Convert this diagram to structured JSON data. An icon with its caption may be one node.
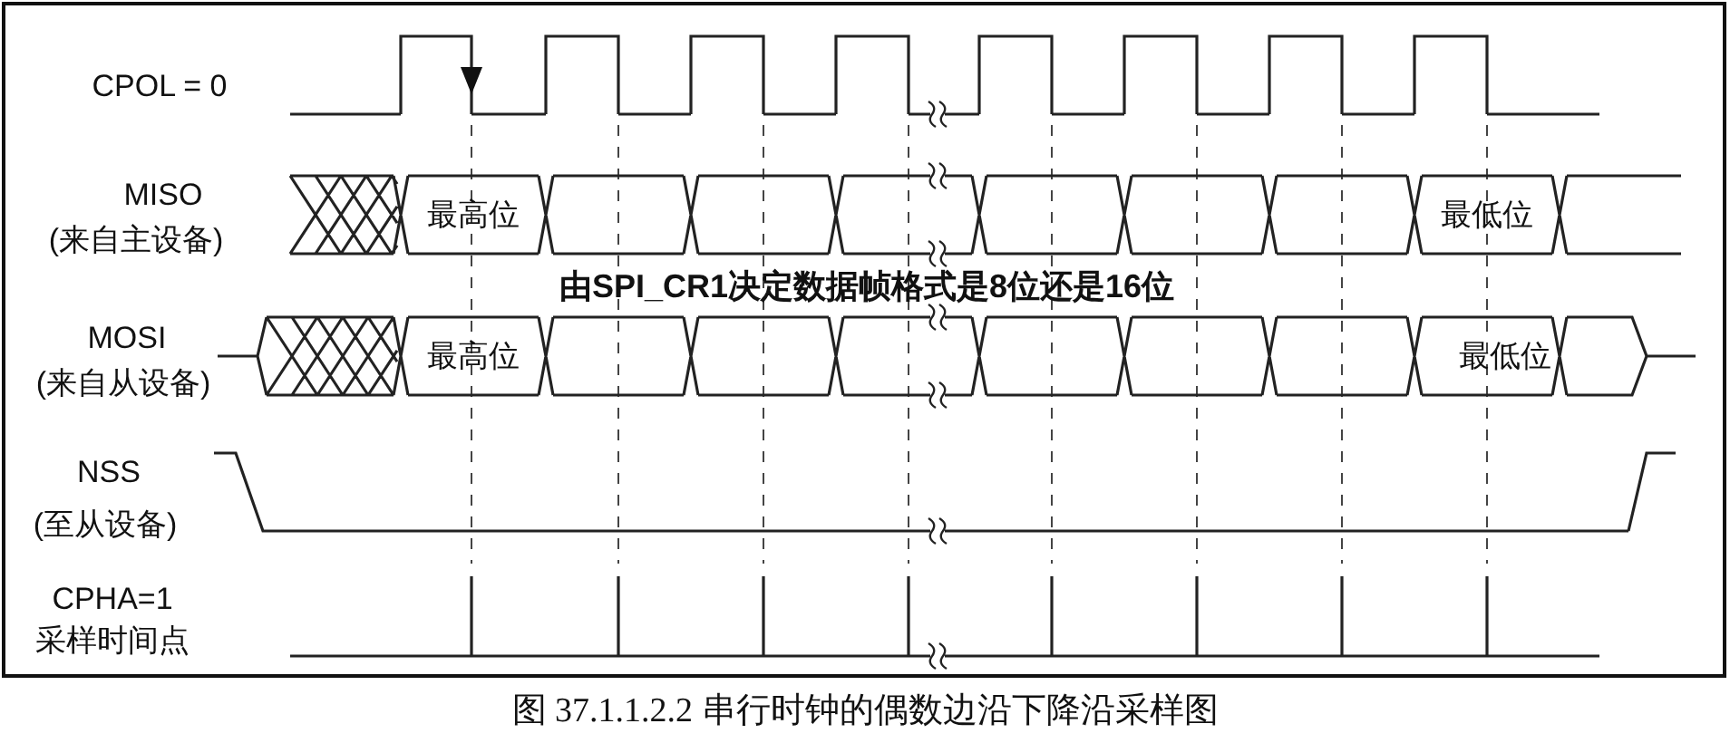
{
  "diagram": {
    "caption": "图 37.1.1.2.2  串行时钟的偶数边沿下降沿采样图",
    "labels": [
      "CPOL = 0",
      "MISO",
      "(来自主设备)",
      "最高位",
      "最低位",
      "由SPI_CR1决定数据帧格式是8位还是16位",
      "MOSI",
      "(来自从设备)",
      "最高位",
      "最低位",
      "NSS",
      "(至从设备)",
      "CPHA=1",
      "采样时间点"
    ]
  }
}
